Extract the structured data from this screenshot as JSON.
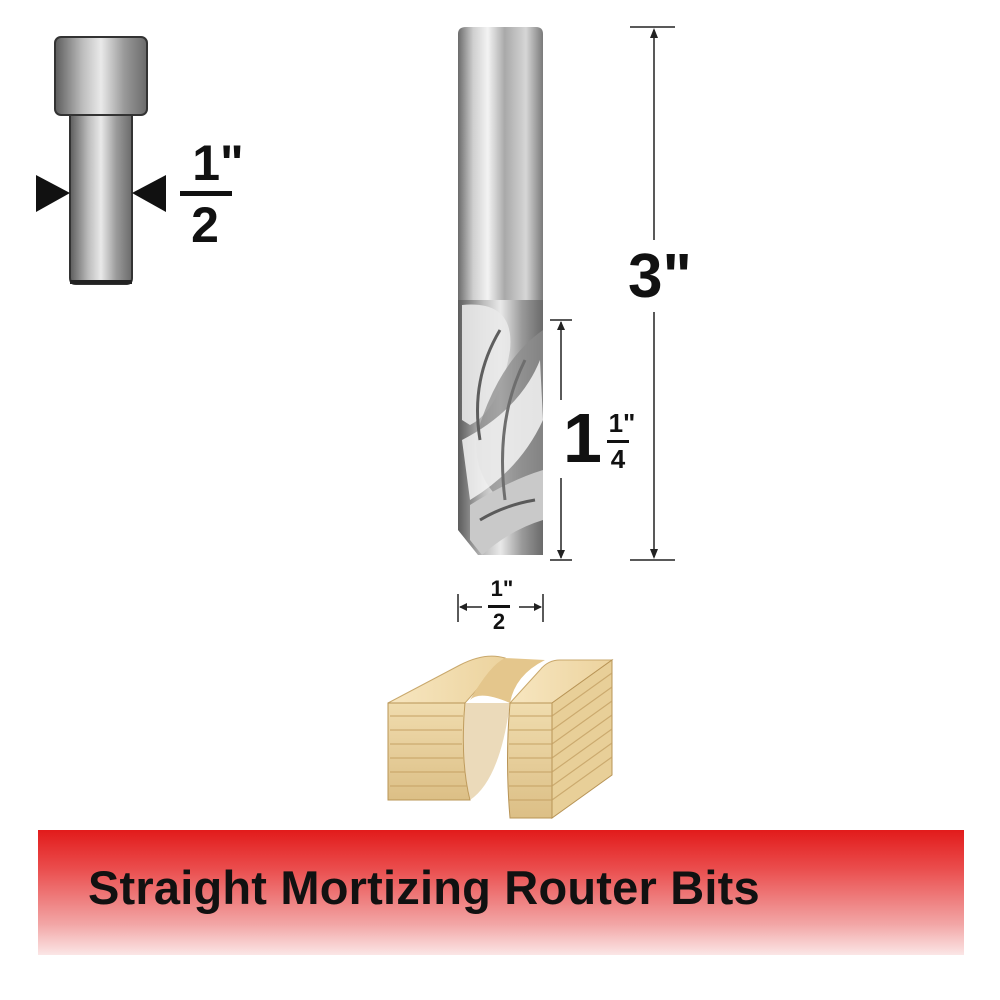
{
  "shank_diagram": {
    "icon": "shank-diameter-icon",
    "numerator": "1\"",
    "denominator": "2"
  },
  "router_bit": {
    "icon": "spiral-router-bit"
  },
  "overall_length": {
    "value": "3\""
  },
  "cutting_length": {
    "whole": "1",
    "numerator": "1\"",
    "denominator": "4"
  },
  "cutting_diameter": {
    "numerator": "1\"",
    "denominator": "2"
  },
  "wood_block": {
    "icon": "mortise-cut-wood-block"
  },
  "banner": {
    "title": "Straight Mortizing Router Bits",
    "color": "#e21b1b"
  }
}
